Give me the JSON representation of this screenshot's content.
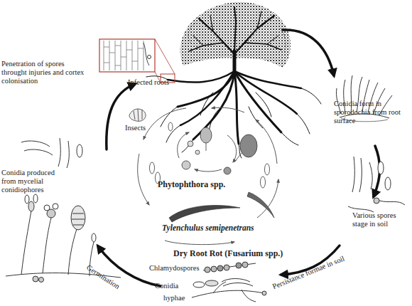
{
  "diagram": {
    "labels": [
      "Penetration of spores throught injuries and cortex colonisation",
      "Infected roots",
      "Conidia form in sporodochia from root surface",
      "Insects",
      "Phytophthora spp.",
      "Conidia produced from mycelial conidiophores",
      "Various spores stage in soil",
      "Tylenchulus semipenetrans",
      "Dry Root Rot (Fusarium spp.)",
      "Chlamydospores",
      "Germination",
      "Conidia",
      "Persistance formae in soil",
      "hyphae"
    ]
  }
}
